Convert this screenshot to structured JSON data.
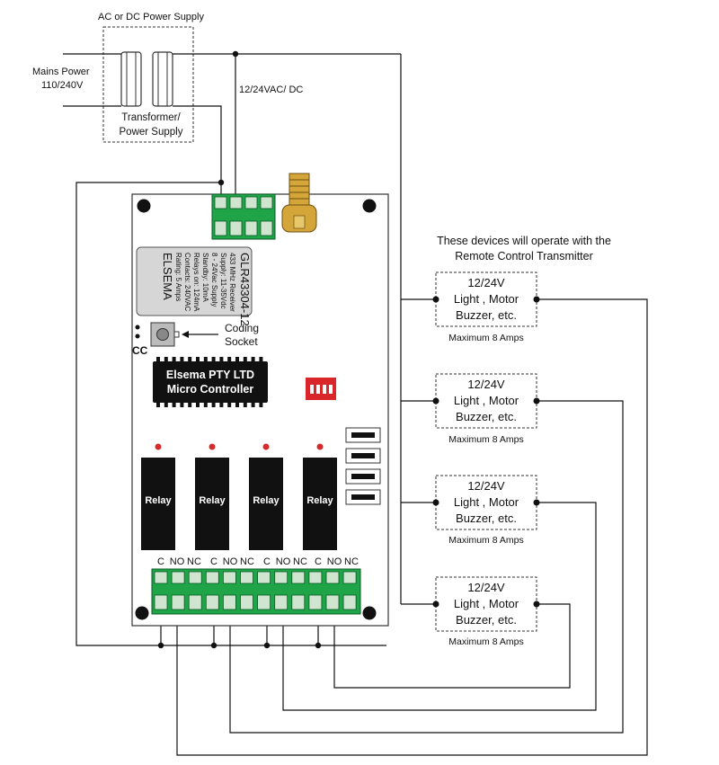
{
  "power": {
    "supply_label": "AC or DC Power Supply",
    "mains_line1": "Mains Power",
    "mains_line2": "110/240V",
    "transformer_line1": "Transformer/",
    "transformer_line2": "Power Supply",
    "voltage_label": "12/24VAC/ DC"
  },
  "board": {
    "sticker_lines": [
      "GLR43304-12",
      "433 MHz Receiver",
      "Supply: 11-35Vdc",
      "8 - 24Vac Supply",
      "Standby: 10mA",
      "Relays on: 124mA",
      "Contacts: 240VAC",
      "Rating: 5 Amps",
      "ELSEMA"
    ],
    "coding_line1": "Coding",
    "coding_line2": "Socket",
    "cc_label": "CC",
    "chip_line1": "Elsema PTY LTD",
    "chip_line2": "Micro Controller",
    "relay_label": "Relay",
    "terminal_labels": [
      "C",
      "NO",
      "NC"
    ]
  },
  "devices": {
    "header_line1": "These  devices  will operate with  the",
    "header_line2": "Remote Control Transmitter",
    "items": [
      {
        "line1": "12/24V",
        "line2": "Light , Motor",
        "line3": "Buzzer, etc.",
        "rating": "Maximum 8 Amps"
      },
      {
        "line1": "12/24V",
        "line2": "Light , Motor",
        "line3": "Buzzer, etc.",
        "rating": "Maximum 8 Amps"
      },
      {
        "line1": "12/24V",
        "line2": "Light , Motor",
        "line3": "Buzzer, etc.",
        "rating": "Maximum 8 Amps"
      },
      {
        "line1": "12/24V",
        "line2": "Light , Motor",
        "line3": "Buzzer, etc.",
        "rating": "Maximum 8 Amps"
      }
    ]
  },
  "colors": {
    "terminal_green": "#1fa548",
    "led_red": "#d62b2b",
    "antenna_gold": "#d4a538",
    "dip_red": "#d9262a",
    "ink": "#111111"
  }
}
